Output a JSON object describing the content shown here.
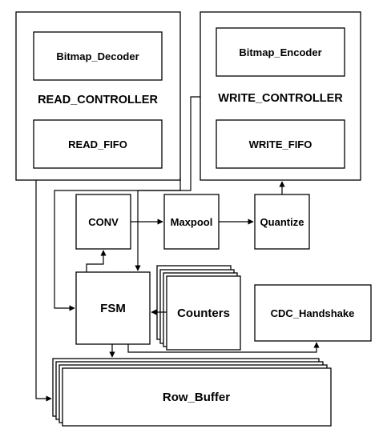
{
  "blocks": {
    "bitmap_decoder": "Bitmap_Decoder",
    "read_controller": "READ_CONTROLLER",
    "read_fifo": "READ_FIFO",
    "bitmap_encoder": "Bitmap_Encoder",
    "write_controller": "WRITE_CONTROLLER",
    "write_fifo": "WRITE_FIFO",
    "conv": "CONV",
    "maxpool": "Maxpool",
    "quantize": "Quantize",
    "fsm": "FSM",
    "counters": "Counters",
    "cdc_handshake": "CDC_Handshake",
    "row_buffer": "Row_Buffer"
  },
  "colors": {
    "stroke": "#000000",
    "fill": "#ffffff",
    "background": "#ffffff"
  }
}
